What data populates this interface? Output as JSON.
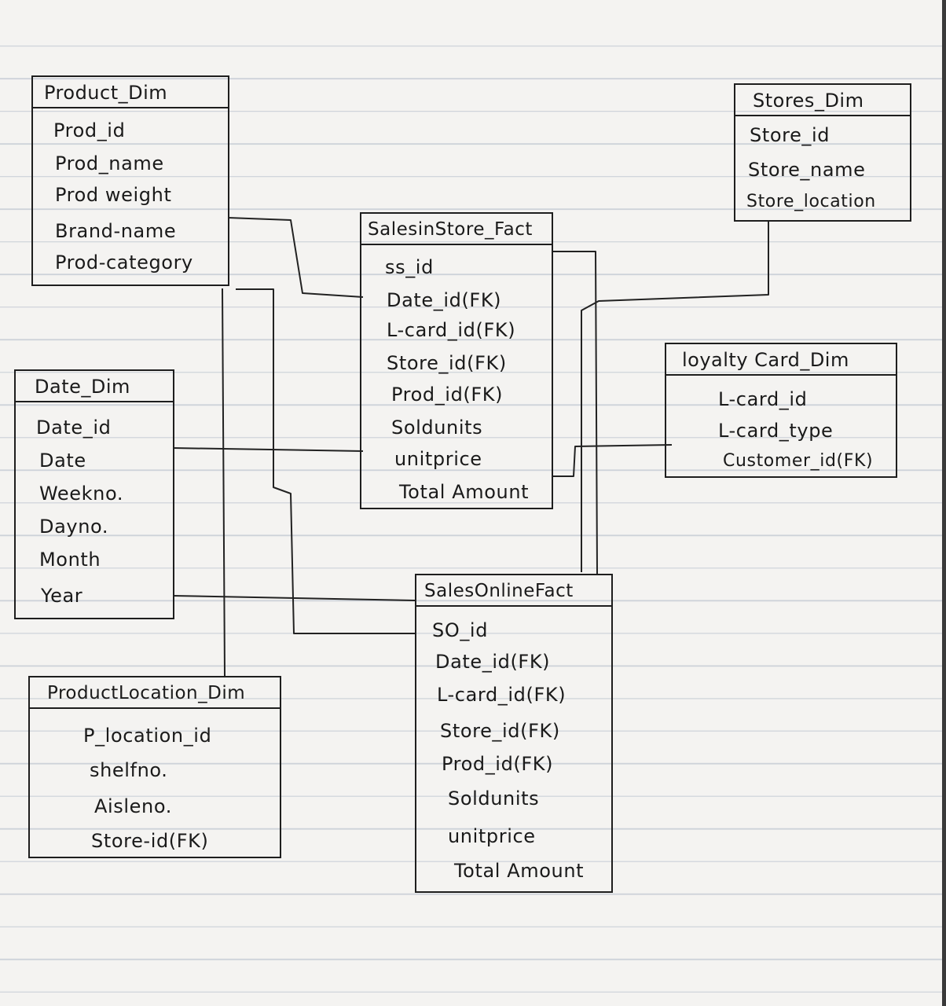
{
  "entities": {
    "product_dim": {
      "title": "Product_Dim",
      "attributes": [
        "Prod_id",
        "Prod_name",
        "Prod weight",
        "Brand-name",
        "Prod-category"
      ]
    },
    "stores_dim": {
      "title": "Stores_Dim",
      "attributes": [
        "Store_id",
        "Store_name",
        "Store_location"
      ]
    },
    "sales_in_store_fact": {
      "title": "SalesinStore_Fact",
      "attributes": [
        "ss_id",
        "Date_id(FK)",
        "L-card_id(FK)",
        "Store_id(FK)",
        "Prod_id(FK)",
        "Soldunits",
        "unitprice",
        "Total Amount"
      ]
    },
    "date_dim": {
      "title": "Date_Dim",
      "attributes": [
        "Date_id",
        "Date",
        "Weekno.",
        "Dayno.",
        "Month",
        "Year"
      ]
    },
    "loyalty_card_dim": {
      "title": "loyalty Card_Dim",
      "attributes": [
        "L-card_id",
        "L-card_type",
        "Customer_id(FK)"
      ]
    },
    "product_location_dim": {
      "title": "ProductLocation_Dim",
      "attributes": [
        "P_location_id",
        "shelfno.",
        "Aisleno.",
        "Store-id(FK)"
      ]
    },
    "sales_online_fact": {
      "title": "SalesOnlineFact",
      "attributes": [
        "SO_id",
        "Date_id(FK)",
        "L-card_id(FK)",
        "Store_id(FK)",
        "Prod_id(FK)",
        "Soldunits",
        "unitprice",
        "Total Amount"
      ]
    }
  }
}
